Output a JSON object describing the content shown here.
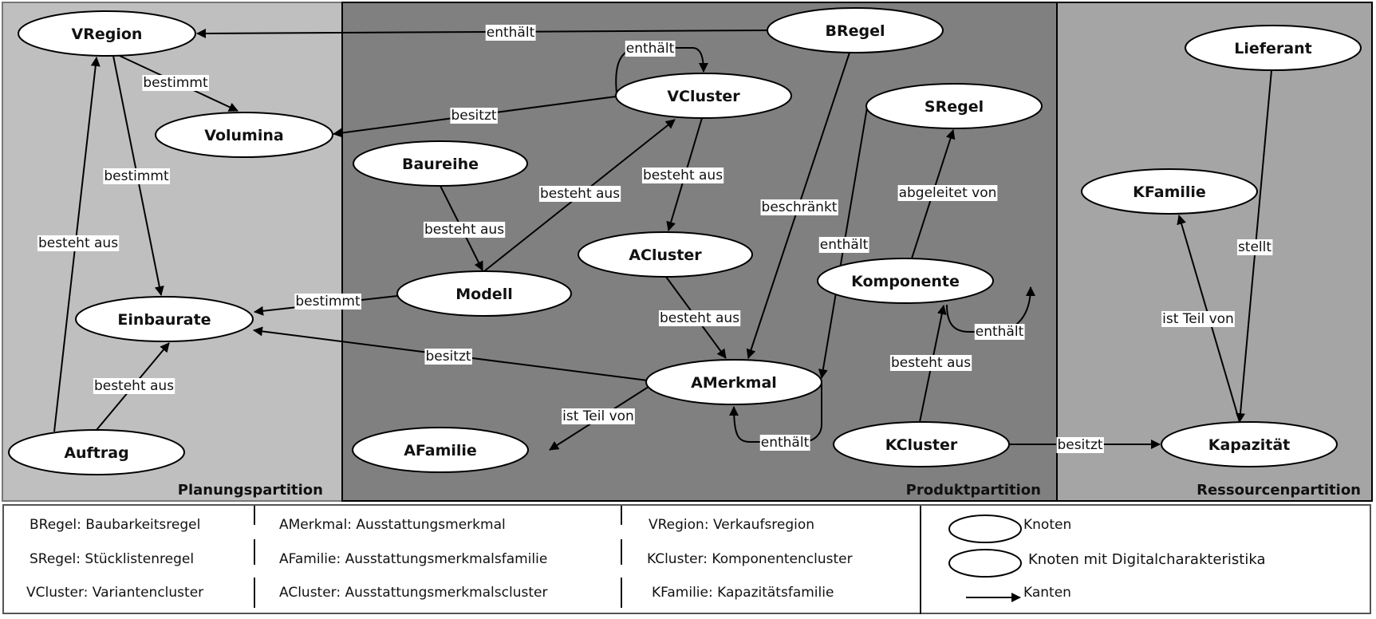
{
  "partitions": [
    {
      "id": "planung",
      "label": "Planungspartition",
      "color": "#bfbfbf"
    },
    {
      "id": "produkt",
      "label": "Produktpartition",
      "color": "#808080"
    },
    {
      "id": "ressourcen",
      "label": "Ressourcenpartition",
      "color": "#a5a5a5"
    }
  ],
  "nodes": [
    {
      "id": "VRegion",
      "label": "VRegion",
      "partition": "planung"
    },
    {
      "id": "Volumina",
      "label": "Volumina",
      "partition": "planung"
    },
    {
      "id": "Einbaurate",
      "label": "Einbaurate",
      "partition": "planung"
    },
    {
      "id": "Auftrag",
      "label": "Auftrag",
      "partition": "planung"
    },
    {
      "id": "BRegel",
      "label": "BRegel",
      "partition": "produkt"
    },
    {
      "id": "VCluster",
      "label": "VCluster",
      "partition": "produkt"
    },
    {
      "id": "Baureihe",
      "label": "Baureihe",
      "partition": "produkt"
    },
    {
      "id": "SRegel",
      "label": "SRegel",
      "partition": "produkt"
    },
    {
      "id": "ACluster",
      "label": "ACluster",
      "partition": "produkt"
    },
    {
      "id": "Modell",
      "label": "Modell",
      "partition": "produkt"
    },
    {
      "id": "Komponente",
      "label": "Komponente",
      "partition": "produkt"
    },
    {
      "id": "AMerkmal",
      "label": "AMerkmal",
      "partition": "produkt"
    },
    {
      "id": "AFamilie",
      "label": "AFamilie",
      "partition": "produkt"
    },
    {
      "id": "KCluster",
      "label": "KCluster",
      "partition": "produkt"
    },
    {
      "id": "Lieferant",
      "label": "Lieferant",
      "partition": "ressourcen"
    },
    {
      "id": "KFamilie",
      "label": "KFamilie",
      "partition": "ressourcen"
    },
    {
      "id": "Kapazitaet",
      "label": "Kapazität",
      "partition": "ressourcen"
    }
  ],
  "edges": [
    {
      "from": "BRegel",
      "to": "VRegion",
      "label": "enthält"
    },
    {
      "from": "VRegion",
      "to": "Volumina",
      "label": "bestimmt"
    },
    {
      "from": "VRegion",
      "to": "Einbaurate",
      "label": "bestimmt"
    },
    {
      "from": "Auftrag",
      "to": "VRegion",
      "label": "besteht aus"
    },
    {
      "from": "Auftrag",
      "to": "Einbaurate",
      "label": "besteht aus"
    },
    {
      "from": "VCluster",
      "to": "VCluster",
      "label": "enthält"
    },
    {
      "from": "VCluster",
      "to": "Volumina",
      "label": "besitzt"
    },
    {
      "from": "Modell",
      "to": "VCluster",
      "label": "besteht aus"
    },
    {
      "from": "VCluster",
      "to": "ACluster",
      "label": "besteht aus"
    },
    {
      "from": "Baureihe",
      "to": "Modell",
      "label": "besteht aus"
    },
    {
      "from": "Modell",
      "to": "Einbaurate",
      "label": "bestimmt"
    },
    {
      "from": "AMerkmal",
      "to": "Einbaurate",
      "label": "besitzt"
    },
    {
      "from": "BRegel",
      "to": "AMerkmal",
      "label": "beschränkt"
    },
    {
      "from": "ACluster",
      "to": "AMerkmal",
      "label": "besteht aus"
    },
    {
      "from": "SRegel",
      "to": "AMerkmal",
      "label": "enthält"
    },
    {
      "from": "AMerkmal",
      "to": "AFamilie",
      "label": "ist Teil von"
    },
    {
      "from": "AMerkmal",
      "to": "AMerkmal",
      "label": "enthält"
    },
    {
      "from": "Komponente",
      "to": "SRegel",
      "label": "abgeleitet von"
    },
    {
      "from": "Komponente",
      "to": "Komponente",
      "label": "enthält"
    },
    {
      "from": "KCluster",
      "to": "Komponente",
      "label": "besteht aus"
    },
    {
      "from": "KCluster",
      "to": "Kapazitaet",
      "label": "besitzt"
    },
    {
      "from": "Lieferant",
      "to": "Kapazitaet",
      "label": "stellt"
    },
    {
      "from": "Kapazitaet",
      "to": "KFamilie",
      "label": "ist Teil von"
    }
  ],
  "legend": {
    "abbreviations": [
      [
        "BRegel: Baubarkeitsregel",
        "SRegel: Stücklistenregel",
        "VCluster: Variantencluster"
      ],
      [
        "AMerkmal: Ausstattungsmerkmal",
        "AFamilie: Ausstattungsmerkmalsfamilie",
        "ACluster: Ausstattungsmerkmalscluster"
      ],
      [
        "VRegion: Verkaufsregion",
        "KCluster: Komponentencluster",
        "KFamilie: Kapazitätsfamilie"
      ]
    ],
    "symbols": [
      {
        "icon": "ellipse-icon",
        "label": "Knoten"
      },
      {
        "icon": "ellipse-icon",
        "label": "Knoten mit Digitalcharakteristika"
      },
      {
        "icon": "arrow-icon",
        "label": "Kanten"
      }
    ]
  }
}
